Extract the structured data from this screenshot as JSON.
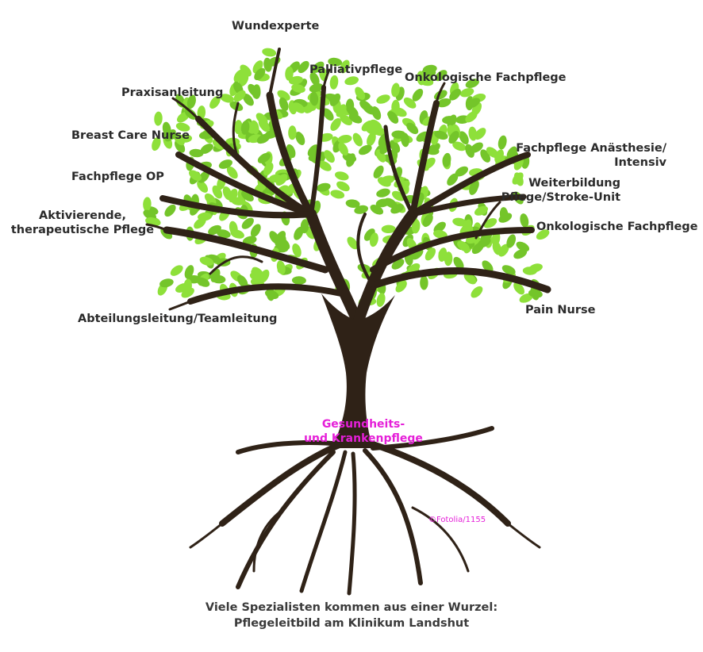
{
  "colors": {
    "trunk": "#2f2217",
    "leaf": "#8ee03a",
    "leaf_dark": "#74c52a",
    "label": "#2b2b2b",
    "root_label": "#e51fd8"
  },
  "branches": {
    "wundexperte": "Wundexperte",
    "palliativ": "Palliativpflege",
    "onko_top": "Onkologische Fachpflege",
    "praxis": "Praxisanleitung",
    "breast": "Breast Care Nurse",
    "anaesthesie_l1": "Fachpflege Anästhesie/",
    "anaesthesie_l2": "Intensiv",
    "weiterbildung_l1": "Weiterbildung",
    "weiterbildung_l2": "Pflege/Stroke-Unit",
    "fachpflege_op": "Fachpflege OP",
    "aktiv_l1": "Aktivierende,",
    "aktiv_l2": "therapeutische Pflege",
    "onko_right": "Onkologische Fachpflege",
    "pain": "Pain Nurse",
    "abteilung": "Abteilungsleitung/Teamleitung"
  },
  "root": {
    "line1": "Gesundheits-",
    "line2": "und Krankenpflege"
  },
  "credit": "©Fotolia/1155",
  "caption": {
    "line1": "Viele Spezialisten kommen aus einer Wurzel:",
    "line2": "Pflegeleitbild am Klinikum Landshut"
  }
}
